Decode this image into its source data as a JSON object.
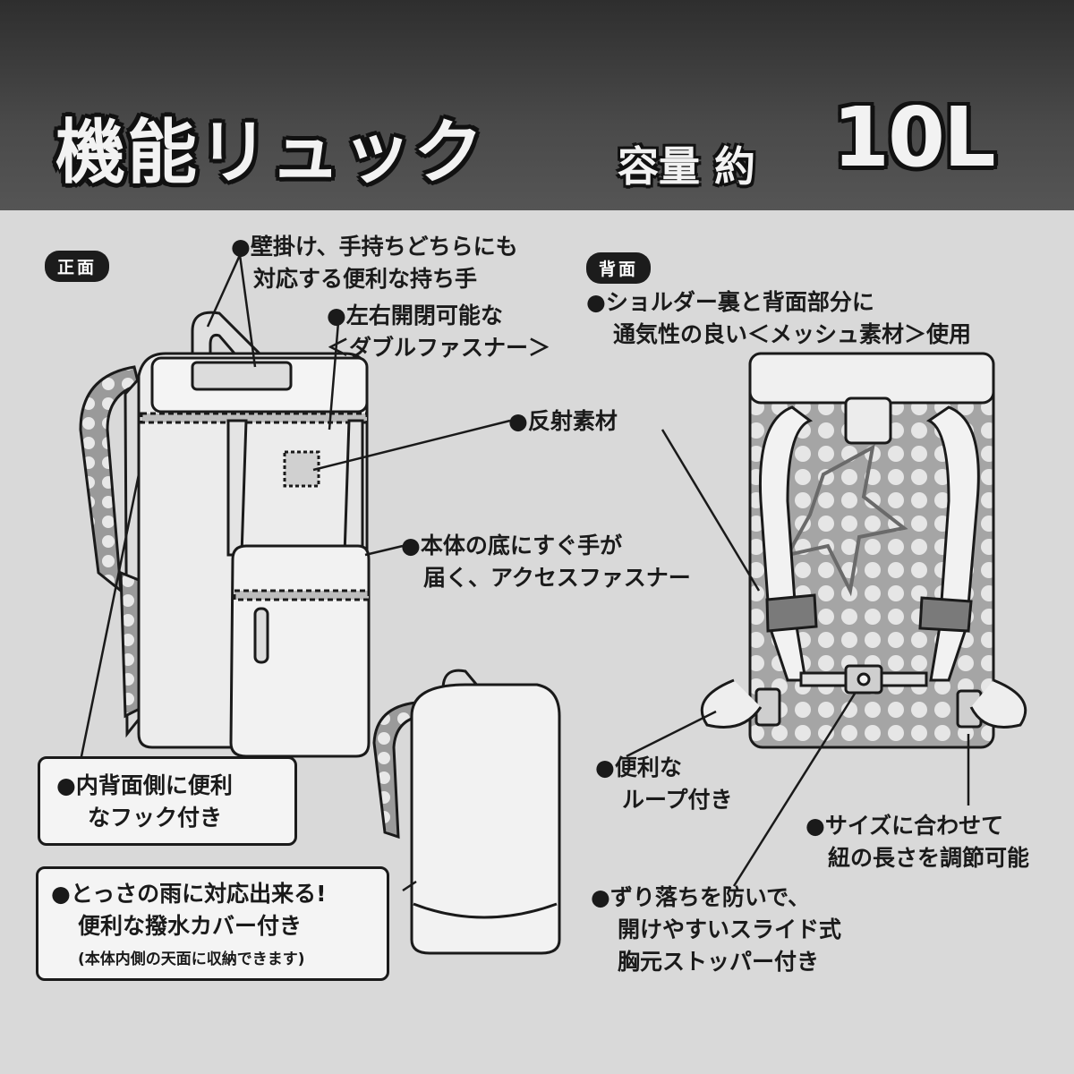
{
  "header": {
    "title": "機能リュック",
    "capacity_label": "容量 約",
    "capacity_value": "10L"
  },
  "front": {
    "label": "正面",
    "notes": {
      "handle": [
        "●壁掛け、手持ちどちらにも",
        "対応する便利な持ち手"
      ],
      "zipper": [
        "●左右開閉可能な",
        "＜ダブルファスナー＞"
      ],
      "reflector": "●反射素材",
      "access": [
        "●本体の底にすぐ手が",
        "届く、アクセスファスナー"
      ],
      "hook": [
        "●内背面側に便利",
        "なフック付き"
      ],
      "rain": [
        "●とっさの雨に対応出来る!",
        "便利な撥水カバー付き",
        "(本体内側の天面に収納できます)"
      ]
    }
  },
  "back": {
    "label": "背面",
    "notes": {
      "mesh": [
        "●ショルダー裏と背面部分に",
        "通気性の良い＜メッシュ素材＞使用"
      ],
      "loop": [
        "●便利な",
        "ループ付き"
      ],
      "size": [
        "●サイズに合わせて",
        "紐の長さを調節可能"
      ],
      "stopper": [
        "●ずり落ちを防いで、",
        "開けやすいスライド式",
        "胸元ストッパー付き"
      ]
    }
  },
  "colors": {
    "header_bg": "#3c3c3c",
    "page_bg": "#d9d9d9",
    "ink": "#1a1a1a"
  }
}
